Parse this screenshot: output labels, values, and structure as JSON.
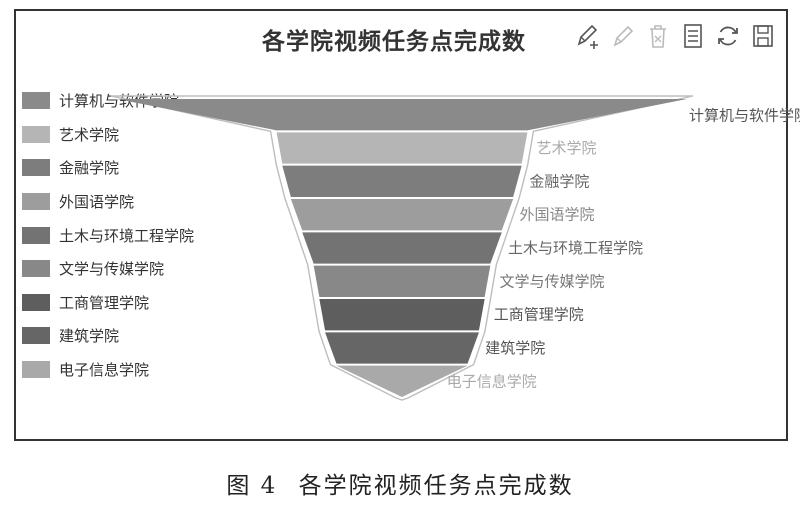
{
  "chart_data": {
    "type": "funnel",
    "title": "各学院视频任务点完成数",
    "categories": [
      "计算机与软件学院",
      "艺术学院",
      "金融学院",
      "外国语学院",
      "土木与环境工程学院",
      "文学与传媒学院",
      "工商管理学院",
      "建筑学院",
      "电子信息学院"
    ],
    "values": [
      100,
      44,
      42,
      39,
      35,
      31,
      29,
      27,
      23
    ],
    "colors": [
      "#8a8a8a",
      "#b5b5b5",
      "#7d7d7d",
      "#9d9d9d",
      "#737373",
      "#888888",
      "#5e5e5e",
      "#666666",
      "#a9a9a9"
    ],
    "label_colors": [
      "#555555",
      "#aaaaaa",
      "#666666",
      "#888888",
      "#666666",
      "#777777",
      "#555555",
      "#555555",
      "#aaaaaa"
    ],
    "legend_position": "left",
    "label_position": "right",
    "sort": "descending"
  },
  "toolbox": {
    "icons": [
      "edit-pencil-plus-icon",
      "edit-pencil-icon",
      "trash-icon",
      "data-view-icon",
      "refresh-icon",
      "save-icon"
    ]
  },
  "caption": {
    "figure_label": "图 4",
    "text": "各学院视频任务点完成数"
  }
}
